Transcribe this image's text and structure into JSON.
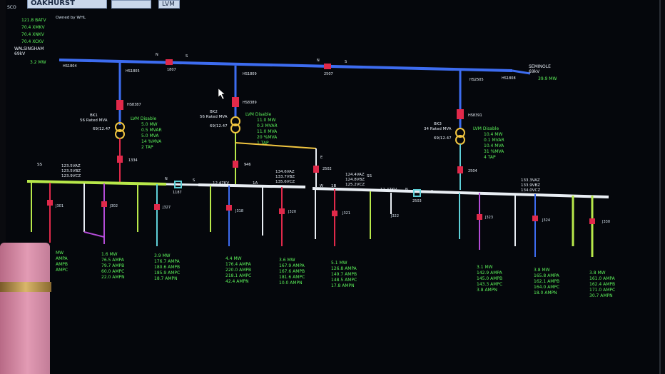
{
  "header": {
    "station": "OAKHURST",
    "owner_note": "Owned by WHL",
    "btn_small": "SCO",
    "btn_cluster": "",
    "btn_right": "LVM"
  },
  "left_readouts": [
    "121.8 BATV",
    "70.4 XMKV",
    "70.4 XNKV",
    "70.4 XCKV"
  ],
  "feeders_top": {
    "left_name": "WALSINGHAM",
    "left_sub": "69kV",
    "left_mw": "3.2 MW",
    "right_name": "SEMINOLE",
    "right_sub": "69kV",
    "right_mw": "39.9 MW"
  },
  "breaker_labels": {
    "hs1804": "HS1804",
    "b1807": "1807",
    "hs1805": "HS1805",
    "hs1809": "HS1809",
    "b2507": "2507",
    "hs2505": "HS2505",
    "hs1808": "HS1808",
    "hs8387": "HS8387",
    "hs8389": "HS8389",
    "hs8391": "HS8391",
    "b1334": "1334",
    "b946": "946",
    "b2502": "2502",
    "b2504": "2504",
    "b1187": "1187",
    "b2503": "2503",
    "n1": "N",
    "n2": "N",
    "s1": "S",
    "s2": "S",
    "e1": "E",
    "w1": "W"
  },
  "transformers": [
    {
      "id": "BK1",
      "rating": "56 Rated MVA",
      "ratio": "69/12.47",
      "title": "LVM Disable",
      "lines": [
        "5.0 MW",
        "0.5 MVAR",
        "5.0 MVA",
        "14 %MVA",
        "2 TAP"
      ]
    },
    {
      "id": "BK2",
      "rating": "56 Rated MVA",
      "ratio": "69/12.47",
      "title": "LVM Disable",
      "lines": [
        "11.0 MW",
        "0.3 MVAR",
        "11.0 MVA",
        "20 %MVA",
        "1 TAP"
      ]
    },
    {
      "id": "BK3",
      "rating": "34 Rated MVA",
      "ratio": "69/12.47",
      "title": "LVM Disable",
      "lines": [
        "10.4 MW",
        "0.1 MVAR",
        "10.4 MVA",
        "31 %MVA",
        "4 TAP"
      ]
    }
  ],
  "bus_voltages": {
    "left": [
      "123.5VAZ",
      "123.5VBZ",
      "123.9VCZ"
    ],
    "mid": [
      "134.6VAZ",
      "133.7VBZ",
      "135.6VCZ"
    ],
    "midright": [
      "124.4VAZ",
      "124.8VBZ",
      "125.2VCZ"
    ],
    "right": [
      "133.3VAZ",
      "133.9VBZ",
      "134.0VCZ"
    ],
    "kv_mid": "12.47KV",
    "kv_right": "12.47KV",
    "bus1a": "1A",
    "bus1b": "1B",
    "ss1": "SS",
    "ss2": "SS"
  },
  "feeders": [
    {
      "tag": "J301",
      "lines": [
        "MW",
        "AMPA",
        "AMPB",
        "AMPC"
      ]
    },
    {
      "tag": "J302",
      "lines": [
        "1.6 MW",
        "76.5 AMPA",
        "79.7 AMPB",
        "60.0 AMPC",
        "22.0 AMPN"
      ]
    },
    {
      "tag": "J327",
      "lines": [
        "3.9 MW",
        "176.7 AMPA",
        "180.6 AMPB",
        "185.9 AMPC",
        "18.7 AMPN"
      ]
    },
    {
      "tag": "J318",
      "lines": [
        "4.4 MW",
        "176.4 AMPA",
        "220.0 AMPB",
        "218.1 AMPC",
        "42.4 AMPN"
      ]
    },
    {
      "tag": "J320",
      "lines": [
        "3.6 MW",
        "167.9 AMPA",
        "167.6 AMPB",
        "181.6 AMPC",
        "10.0 AMPN"
      ]
    },
    {
      "tag": "J321",
      "lines": [
        "5.1 MW",
        "126.8 AMPA",
        "149.7 AMPB",
        "148.5 AMPC",
        "17.8 AMPN"
      ]
    },
    {
      "tag": "J322",
      "lines": []
    },
    {
      "tag": "J323",
      "lines": [
        "3.1 MW",
        "142.9 AMPA",
        "145.0 AMPB",
        "143.3 AMPC",
        "3.8 AMPN"
      ]
    },
    {
      "tag": "J324",
      "lines": [
        "3.8 MW",
        "165.8 AMPA",
        "162.1 AMPB",
        "164.0 AMPC",
        "18.0 AMPN"
      ]
    },
    {
      "tag": "J330",
      "lines": [
        "3.8 MW",
        "161.0 AMPA",
        "162.4 AMPB",
        "171.0 AMPC",
        "30.7 AMPN"
      ]
    }
  ],
  "colors": {
    "bus_69kv": "#3d6cf0",
    "bus_12kv": "#e9eef4",
    "breaker_closed": "#e0294a",
    "readout": "#5cf25a",
    "feeder_green": "#b8e84a",
    "feeder_purple": "#b44cd8",
    "feeder_blue": "#3d6cf0",
    "feeder_cyan": "#5fd0d8",
    "tag_yellow": "#f2c640"
  }
}
